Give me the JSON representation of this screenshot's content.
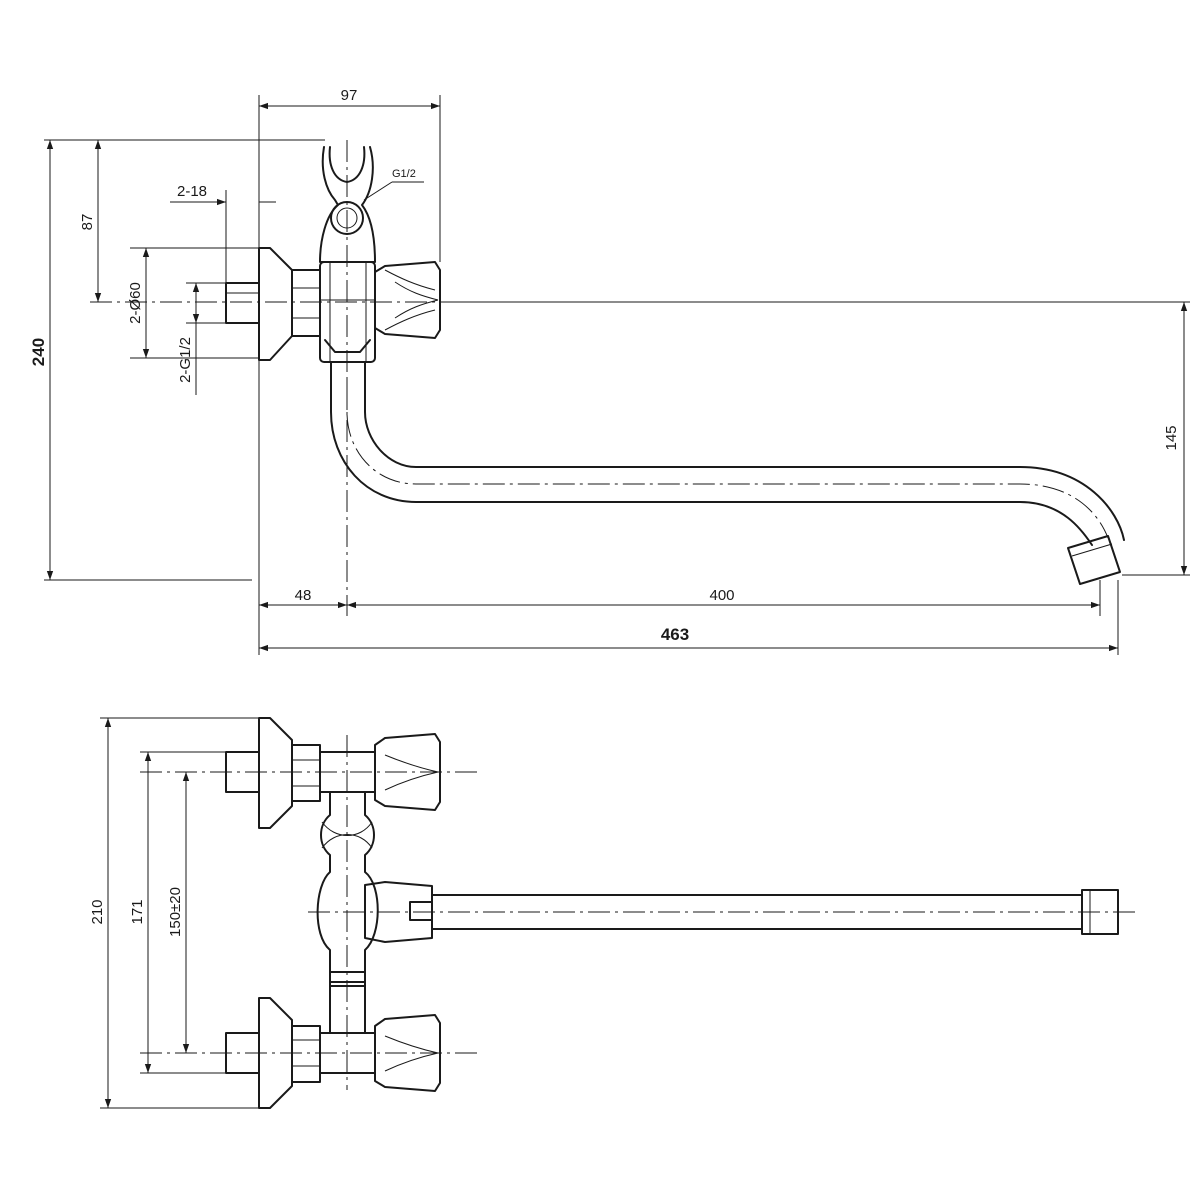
{
  "front_view": {
    "dimensions": {
      "width_top": "97",
      "overall_height": "240",
      "shower_height": "87",
      "eccentric_offset": "2-18",
      "flange_diameter": "2-Ø60",
      "connection_thread": "2-G1/2",
      "shower_thread": "G1/2",
      "spout_drop": "145",
      "body_offset": "48",
      "spout_reach": "400",
      "overall_length": "463"
    }
  },
  "top_view": {
    "dimensions": {
      "overall_width": "210",
      "flange_spacing": "171",
      "center_distance": "150±20"
    }
  }
}
